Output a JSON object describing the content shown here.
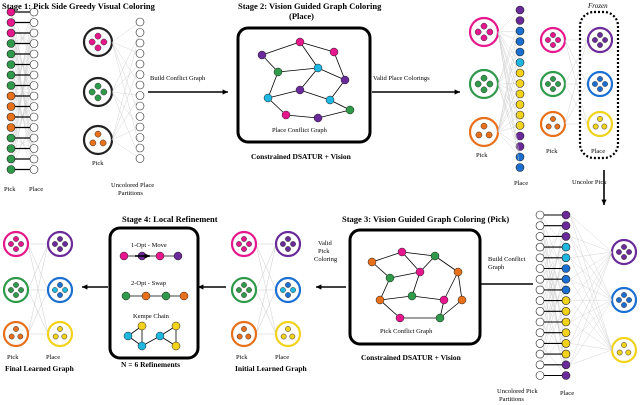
{
  "stage1": {
    "title": "Stage 1: Pick Side Greedy Visual Coloring",
    "pick_label": "Pick",
    "place_label": "Place",
    "pick_label2": "Pick",
    "uncolored_place": "Uncolored Place",
    "partitions": "Partitions"
  },
  "stage2": {
    "title": "Stage 2: Vision Guided Graph Coloring",
    "subtitle": "(Place)",
    "graph_label": "Place Conflict Graph",
    "caption": "Constrained DSATUR + Vision"
  },
  "arrows": {
    "build_conflict_graph": "Build Conflict Graph",
    "valid_place_colorings": "Valid Place Colorings",
    "uncolor_pick": "Uncolor Pick",
    "build_conflict_graph2_a": "Build Conflict",
    "build_conflict_graph2_b": "Graph",
    "valid_pick_a": "Valid",
    "valid_pick_b": "Pick",
    "valid_pick_c": "Coloring"
  },
  "stage_right": {
    "frozen": "Frozen",
    "pick": "Pick",
    "place": "Place",
    "pick2": "Pick",
    "place2": "Place"
  },
  "stage3": {
    "title": "Stage 3: Vision Guided Graph Coloring (Pick)",
    "graph_label": "Pick Conflict Graph",
    "caption": "Constrained DSATUR + Vision",
    "uncolored_pick": "Uncolored Pick",
    "partitions": "Partitions",
    "place": "Place"
  },
  "stage4": {
    "title": "Stage 4: Local Refinement",
    "opt1": "1-Opt - Move",
    "opt2": "2-Opt - Swap",
    "kempe": "Kempe Chain",
    "refinements": "N = 6 Refinements"
  },
  "initial": {
    "caption": "Initial Learned Graph",
    "pick": "Pick",
    "place": "Place"
  },
  "final": {
    "caption": "Final Learned Graph",
    "pick": "Pick",
    "place": "Place"
  },
  "colors": {
    "magenta": "#e6178c",
    "green": "#2e9a4a",
    "orange": "#e8701a",
    "purple": "#6a2a9a",
    "blue": "#1a6fd0",
    "yellow": "#f2d21a",
    "cyan": "#1fb6e0"
  }
}
